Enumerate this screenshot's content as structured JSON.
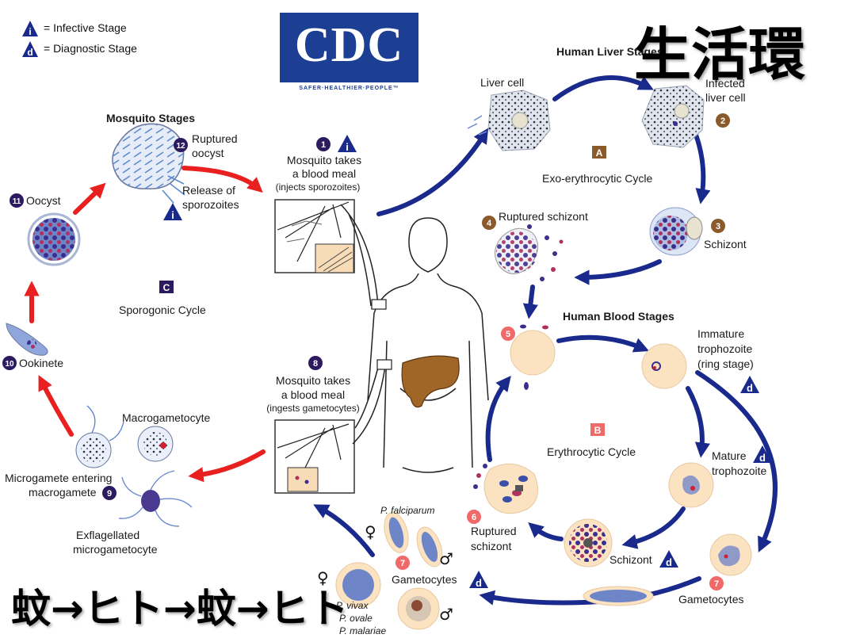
{
  "legend": {
    "infective": "= Infective Stage",
    "diagnostic": "= Diagnostic Stage",
    "infective_symbol": "i",
    "diagnostic_symbol": "d"
  },
  "logo": {
    "letters": "CDC",
    "tagline": "SAFER·HEALTHIER·PEOPLE™"
  },
  "overlay": {
    "title": "生活環",
    "subtitle": "蚊→ヒト→蚊→ヒト"
  },
  "sections": {
    "mosquito_stages": "Mosquito Stages",
    "human_liver_stages": "Human Liver Stages",
    "human_blood_stages": "Human Blood Stages"
  },
  "cycles": {
    "exo": {
      "letter": "A",
      "label": "Exo-erythrocytic Cycle"
    },
    "ery": {
      "letter": "B",
      "label": "Erythrocytic Cycle"
    },
    "spo": {
      "letter": "C",
      "label": "Sporogonic Cycle"
    }
  },
  "stages": {
    "s1": {
      "num": "1",
      "line1": "Mosquito takes",
      "line2": "a blood meal",
      "note": "(injects sporozoites)"
    },
    "s2": {
      "num": "2",
      "line1": "Infected",
      "line2": "liver cell"
    },
    "s3": {
      "num": "3",
      "label": "Schizont"
    },
    "s4": {
      "num": "4",
      "label": "Ruptured schizont"
    },
    "s5": {
      "num": "5"
    },
    "s6": {
      "num": "6",
      "line1": "Ruptured",
      "line2": "schizont"
    },
    "s7": {
      "num": "7",
      "label": "Gametocytes"
    },
    "s8": {
      "num": "8",
      "line1": "Mosquito takes",
      "line2": "a blood meal",
      "note": "(ingests gametocytes)"
    },
    "s9": {
      "num": "9",
      "line1": "Microgamete entering",
      "line2": "macrogamete"
    },
    "s10": {
      "num": "10",
      "label": "Ookinete"
    },
    "s11": {
      "num": "11",
      "label": "Oocyst"
    },
    "s12": {
      "num": "12",
      "line1": "Ruptured",
      "line2": "oocyst"
    }
  },
  "labels": {
    "liver_cell": "Liver cell",
    "release_line1": "Release of",
    "release_line2": "sporozoites",
    "immature_line1": "Immature",
    "immature_line2": "trophozoite",
    "immature_line3": "(ring stage)",
    "mature_line1": "Mature",
    "mature_line2": "trophozoite",
    "schizont_blood": "Schizont",
    "gametocytes_right": "Gametocytes",
    "macrogametocyte": "Macrogametocyte",
    "exflag_line1": "Exflagellated",
    "exflag_line2": "microgametocyte"
  },
  "species": {
    "falciparum": "P. falciparum",
    "vivax": "P. vivax",
    "ovale": "P. ovale",
    "malariae": "P. malariae"
  },
  "colors": {
    "navy_arrow": "#1a2a8c",
    "red_arrow": "#e8201f",
    "stage_num": "#2b1a5e",
    "liver_num": "#8a5a2b",
    "blood_num": "#f06a6a",
    "rbc_fill": "#fbe3c2",
    "parasite": "#3b2e8f",
    "cdc_blue": "#1c3f94"
  }
}
